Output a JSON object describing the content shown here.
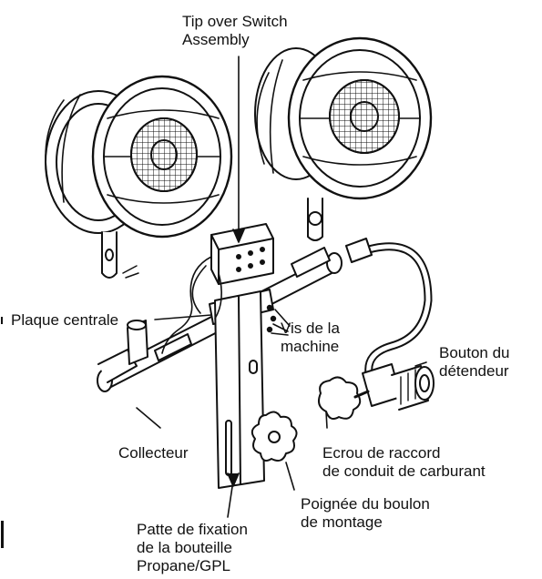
{
  "labels": {
    "tip_over_switch": [
      "Tip over Switch",
      "Assembly"
    ],
    "plaque_centrale": "Plaque centrale",
    "vis_machine": [
      "Vis de la",
      "machine"
    ],
    "bouton_detendeur": [
      "Bouton du",
      "détendeur"
    ],
    "collecteur": "Collecteur",
    "ecrou_raccord": [
      "Ecrou de raccord",
      "de conduit de carburant"
    ],
    "poignee_boulon": [
      "Poignée du boulon",
      "de montage"
    ],
    "patte_fixation": [
      "Patte de fixation",
      "de la bouteille",
      "Propane/GPL"
    ]
  },
  "colors": {
    "ink": "#111111",
    "background": "#ffffff"
  }
}
